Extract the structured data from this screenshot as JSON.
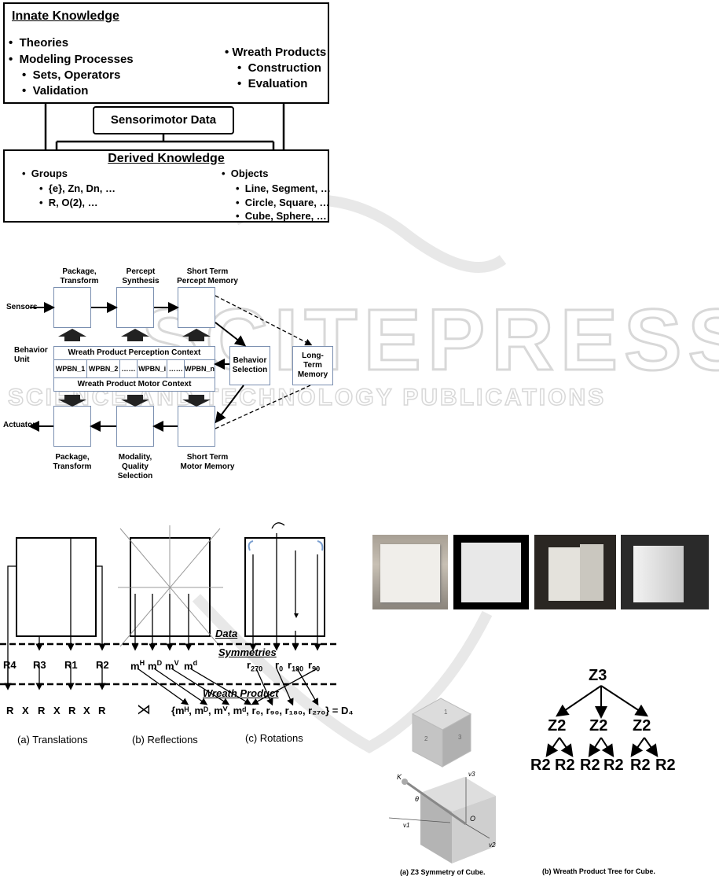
{
  "innate": {
    "title": "Innate Knowledge",
    "left_items": [
      "Theories",
      "Modeling Processes"
    ],
    "left_sub": [
      "Sets, Operators",
      "Validation"
    ],
    "right_item": "Wreath Products",
    "right_sub": [
      "Construction",
      "Evaluation"
    ]
  },
  "sensorimotor": "Sensorimotor Data",
  "derived": {
    "title": "Derived Knowledge",
    "groups_label": "Groups",
    "groups_sub": [
      "{e}, Zn, Dn, …",
      "R, O(2), …"
    ],
    "objects_label": "Objects",
    "objects_sub": [
      "Line, Segment, …",
      "Circle, Square, …",
      "Cube, Sphere, …"
    ]
  },
  "arch": {
    "top_labels": [
      "Package, Transform",
      "Percept Synthesis",
      "Short Term Percept Memory"
    ],
    "sensors": "Sensors",
    "behavior_unit": "Behavior Unit",
    "perception_context": "Wreath Product Perception Context",
    "wpbn": [
      "WPBN_1",
      "WPBN_2",
      "……",
      "WPBN_i",
      "……",
      "WPBN_n"
    ],
    "motor_context": "Wreath Product Motor Context",
    "behavior_selection": "Behavior Selection",
    "long_term": "Long-Term Memory",
    "actuators": "Actuators",
    "bottom_labels": [
      "Package, Transform",
      "Modality, Quality Selection",
      "Short Term Motor Memory"
    ]
  },
  "wreath": {
    "data_label": "Data",
    "symmetries_label": "Symmetries",
    "wreath_label": "Wreath Product",
    "translations": [
      "R4",
      "R3",
      "R1",
      "R2"
    ],
    "trans_product": [
      "R",
      "X",
      "R",
      "X",
      "R",
      "X",
      "R"
    ],
    "reflections": [
      "m",
      "m",
      "m",
      "m"
    ],
    "refl_sup": [
      "H",
      "D",
      "V",
      "d"
    ],
    "rotations": [
      "r",
      "r",
      "r",
      "r"
    ],
    "rot_sub": [
      "270",
      "0",
      "180",
      "90"
    ],
    "semidirect": "⋊",
    "product_formula": "{mᴴ, mᴰ, mⱽ, mᵈ, r₀, r₉₀, r₁₈₀, r₂₇₀} = D₄",
    "captions": [
      "(a) Translations",
      "(b) Reflections",
      "(c) Rotations"
    ]
  },
  "cube": {
    "face_labels": [
      "1",
      "2",
      "3"
    ],
    "axis_labels": [
      "K",
      "θ",
      "v3",
      "v1",
      "O",
      "v2"
    ],
    "caption_a": "(a) Z3 Symmetry of Cube.",
    "caption_b": "(b) Wreath Product Tree for Cube.",
    "tree_root": "Z3",
    "tree_mid": [
      "Z2",
      "Z2",
      "Z2"
    ],
    "tree_leaves": [
      "R2",
      "R2",
      "R2",
      "R2",
      "R2",
      "R2"
    ]
  },
  "watermark": "SCITEPRESS SCIENCE AND TECHNOLOGY PUBLICATIONS"
}
